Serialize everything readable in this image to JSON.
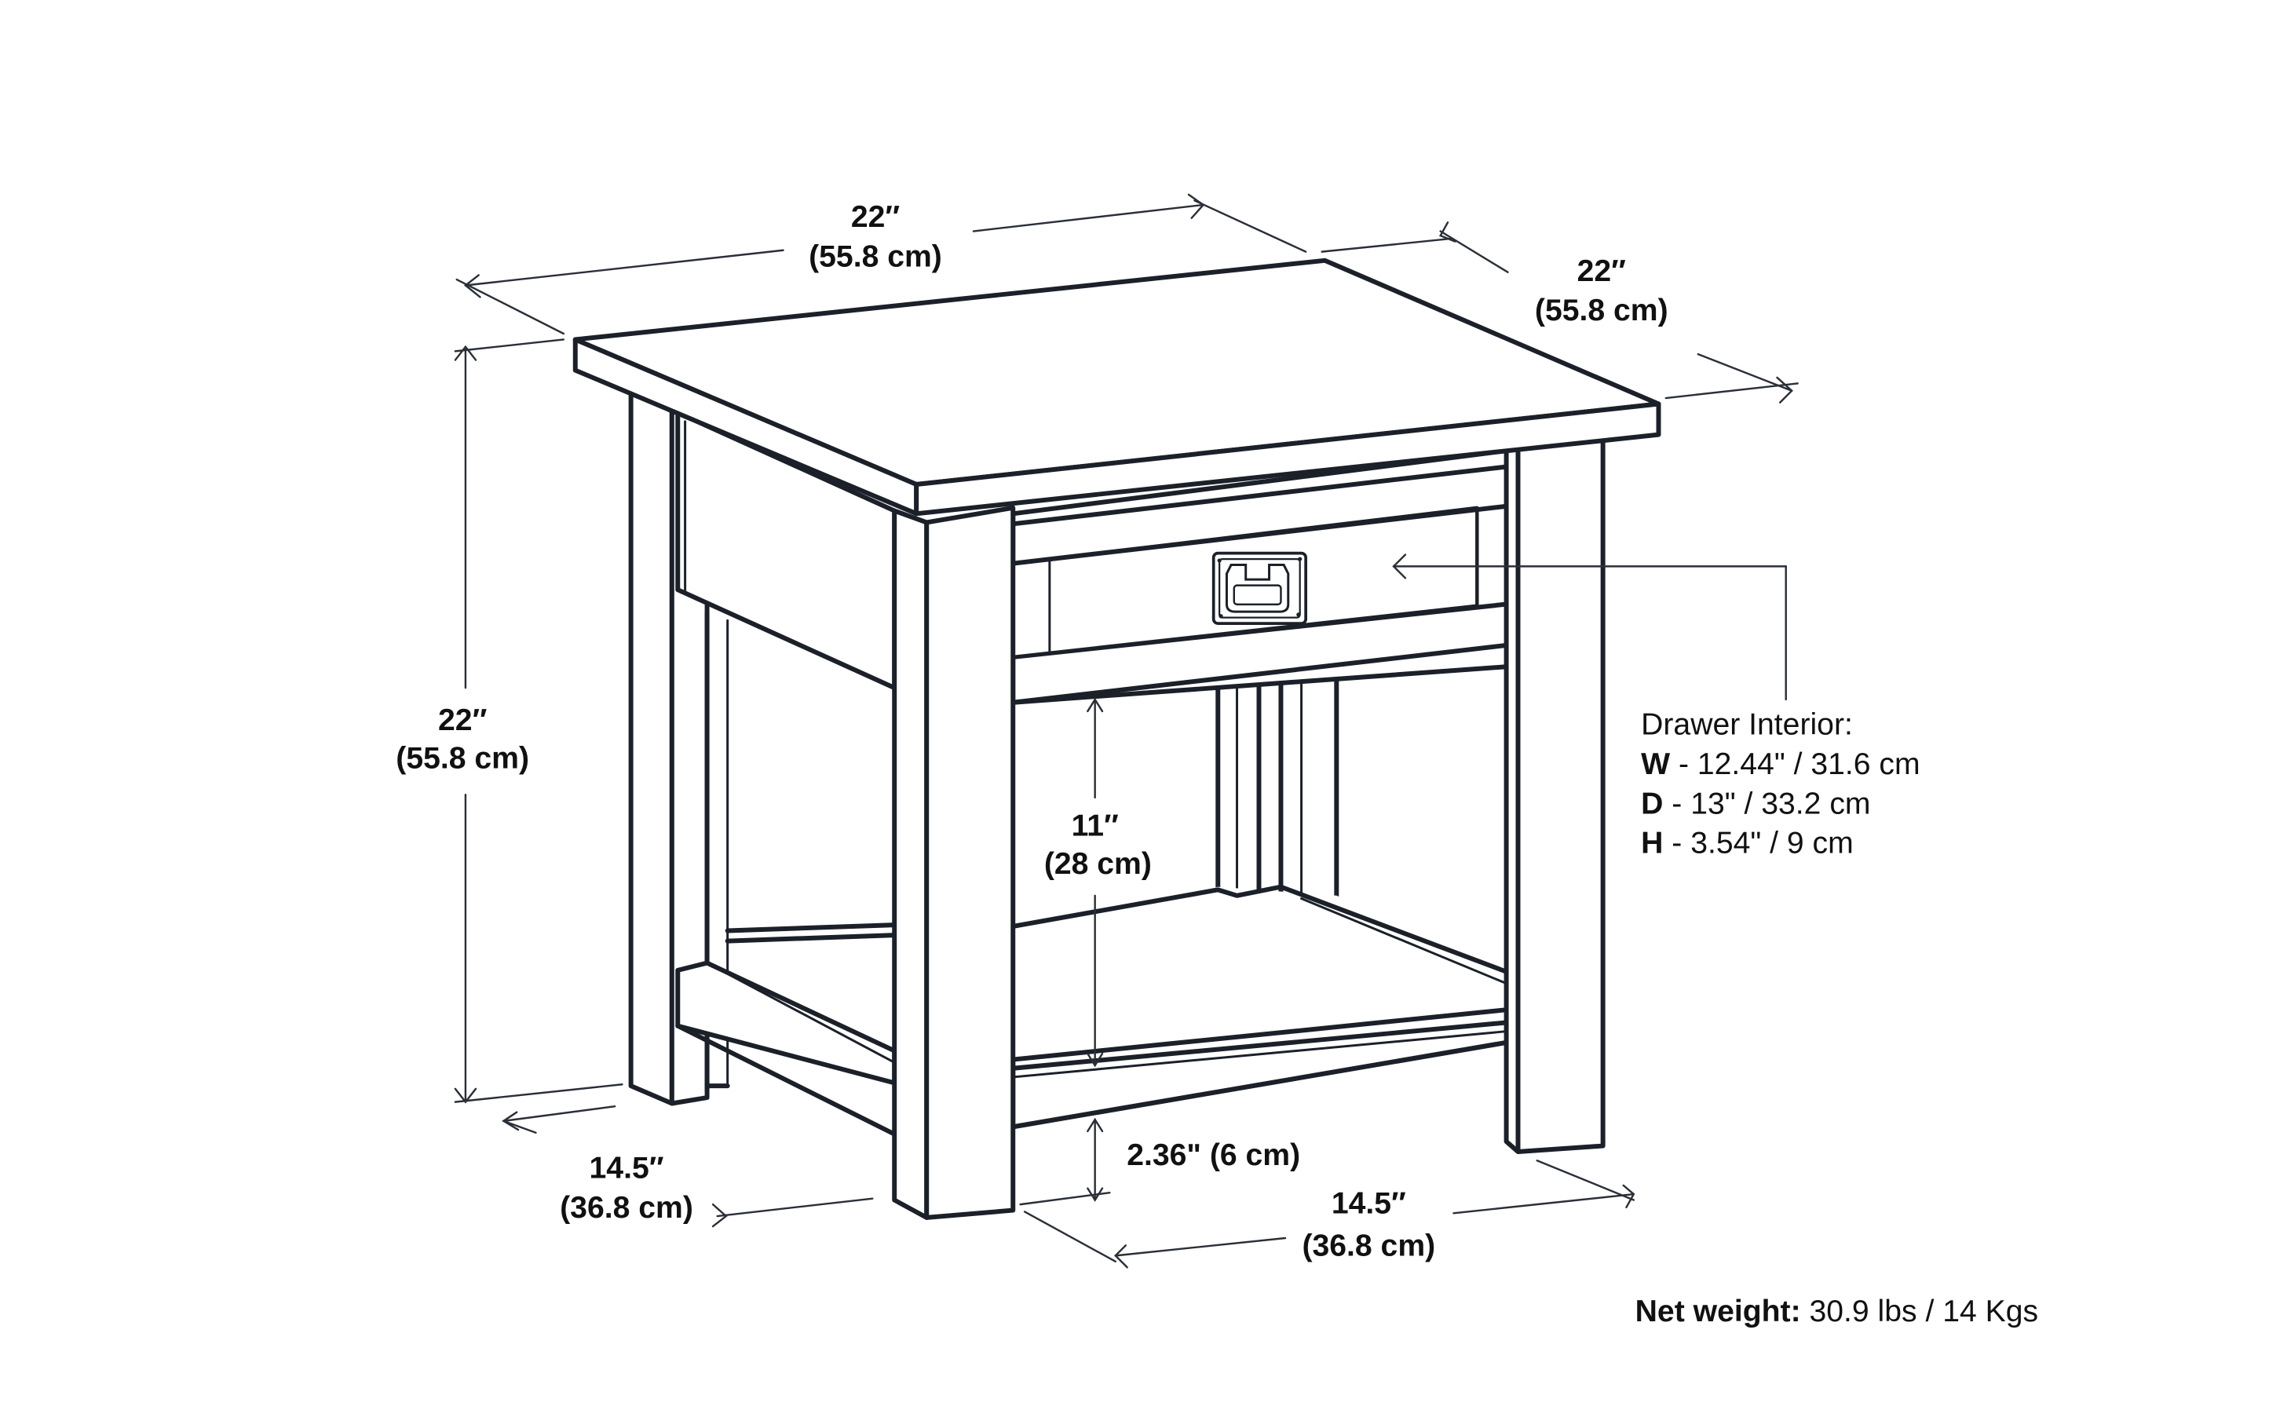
{
  "diagram": {
    "subject": "end table with drawer and lower shelf",
    "colors": {
      "line": "#1b2029",
      "text": "#111111",
      "background": "#ffffff"
    },
    "dimensions": {
      "top_width": {
        "in": "22″",
        "cm": "(55.8 cm)"
      },
      "top_depth": {
        "in": "22″",
        "cm": "(55.8 cm)"
      },
      "overall_height": {
        "in": "22″",
        "cm": "(55.8 cm)"
      },
      "shelf_clearance": {
        "in": "11″",
        "cm": "(28 cm)"
      },
      "floor_clearance": {
        "label": "2.36\" (6 cm)"
      },
      "base_depth": {
        "in": "14.5″",
        "cm": "(36.8 cm)"
      },
      "base_width": {
        "in": "14.5″",
        "cm": "(36.8 cm)"
      }
    },
    "drawer_interior": {
      "title": "Drawer Interior:",
      "rows": [
        {
          "key": "W",
          "value": " - 12.44\" / 31.6 cm"
        },
        {
          "key": "D",
          "value": " - 13\" / 33.2 cm"
        },
        {
          "key": "H",
          "value": " - 3.54\" / 9 cm"
        }
      ]
    },
    "net_weight": {
      "label": "Net weight:",
      "value": " 30.9 lbs / 14 Kgs"
    },
    "icons": {
      "drawer_handle": "flush-ring-pull-handle-icon",
      "dimension_arrows": "arrow-icon"
    }
  }
}
